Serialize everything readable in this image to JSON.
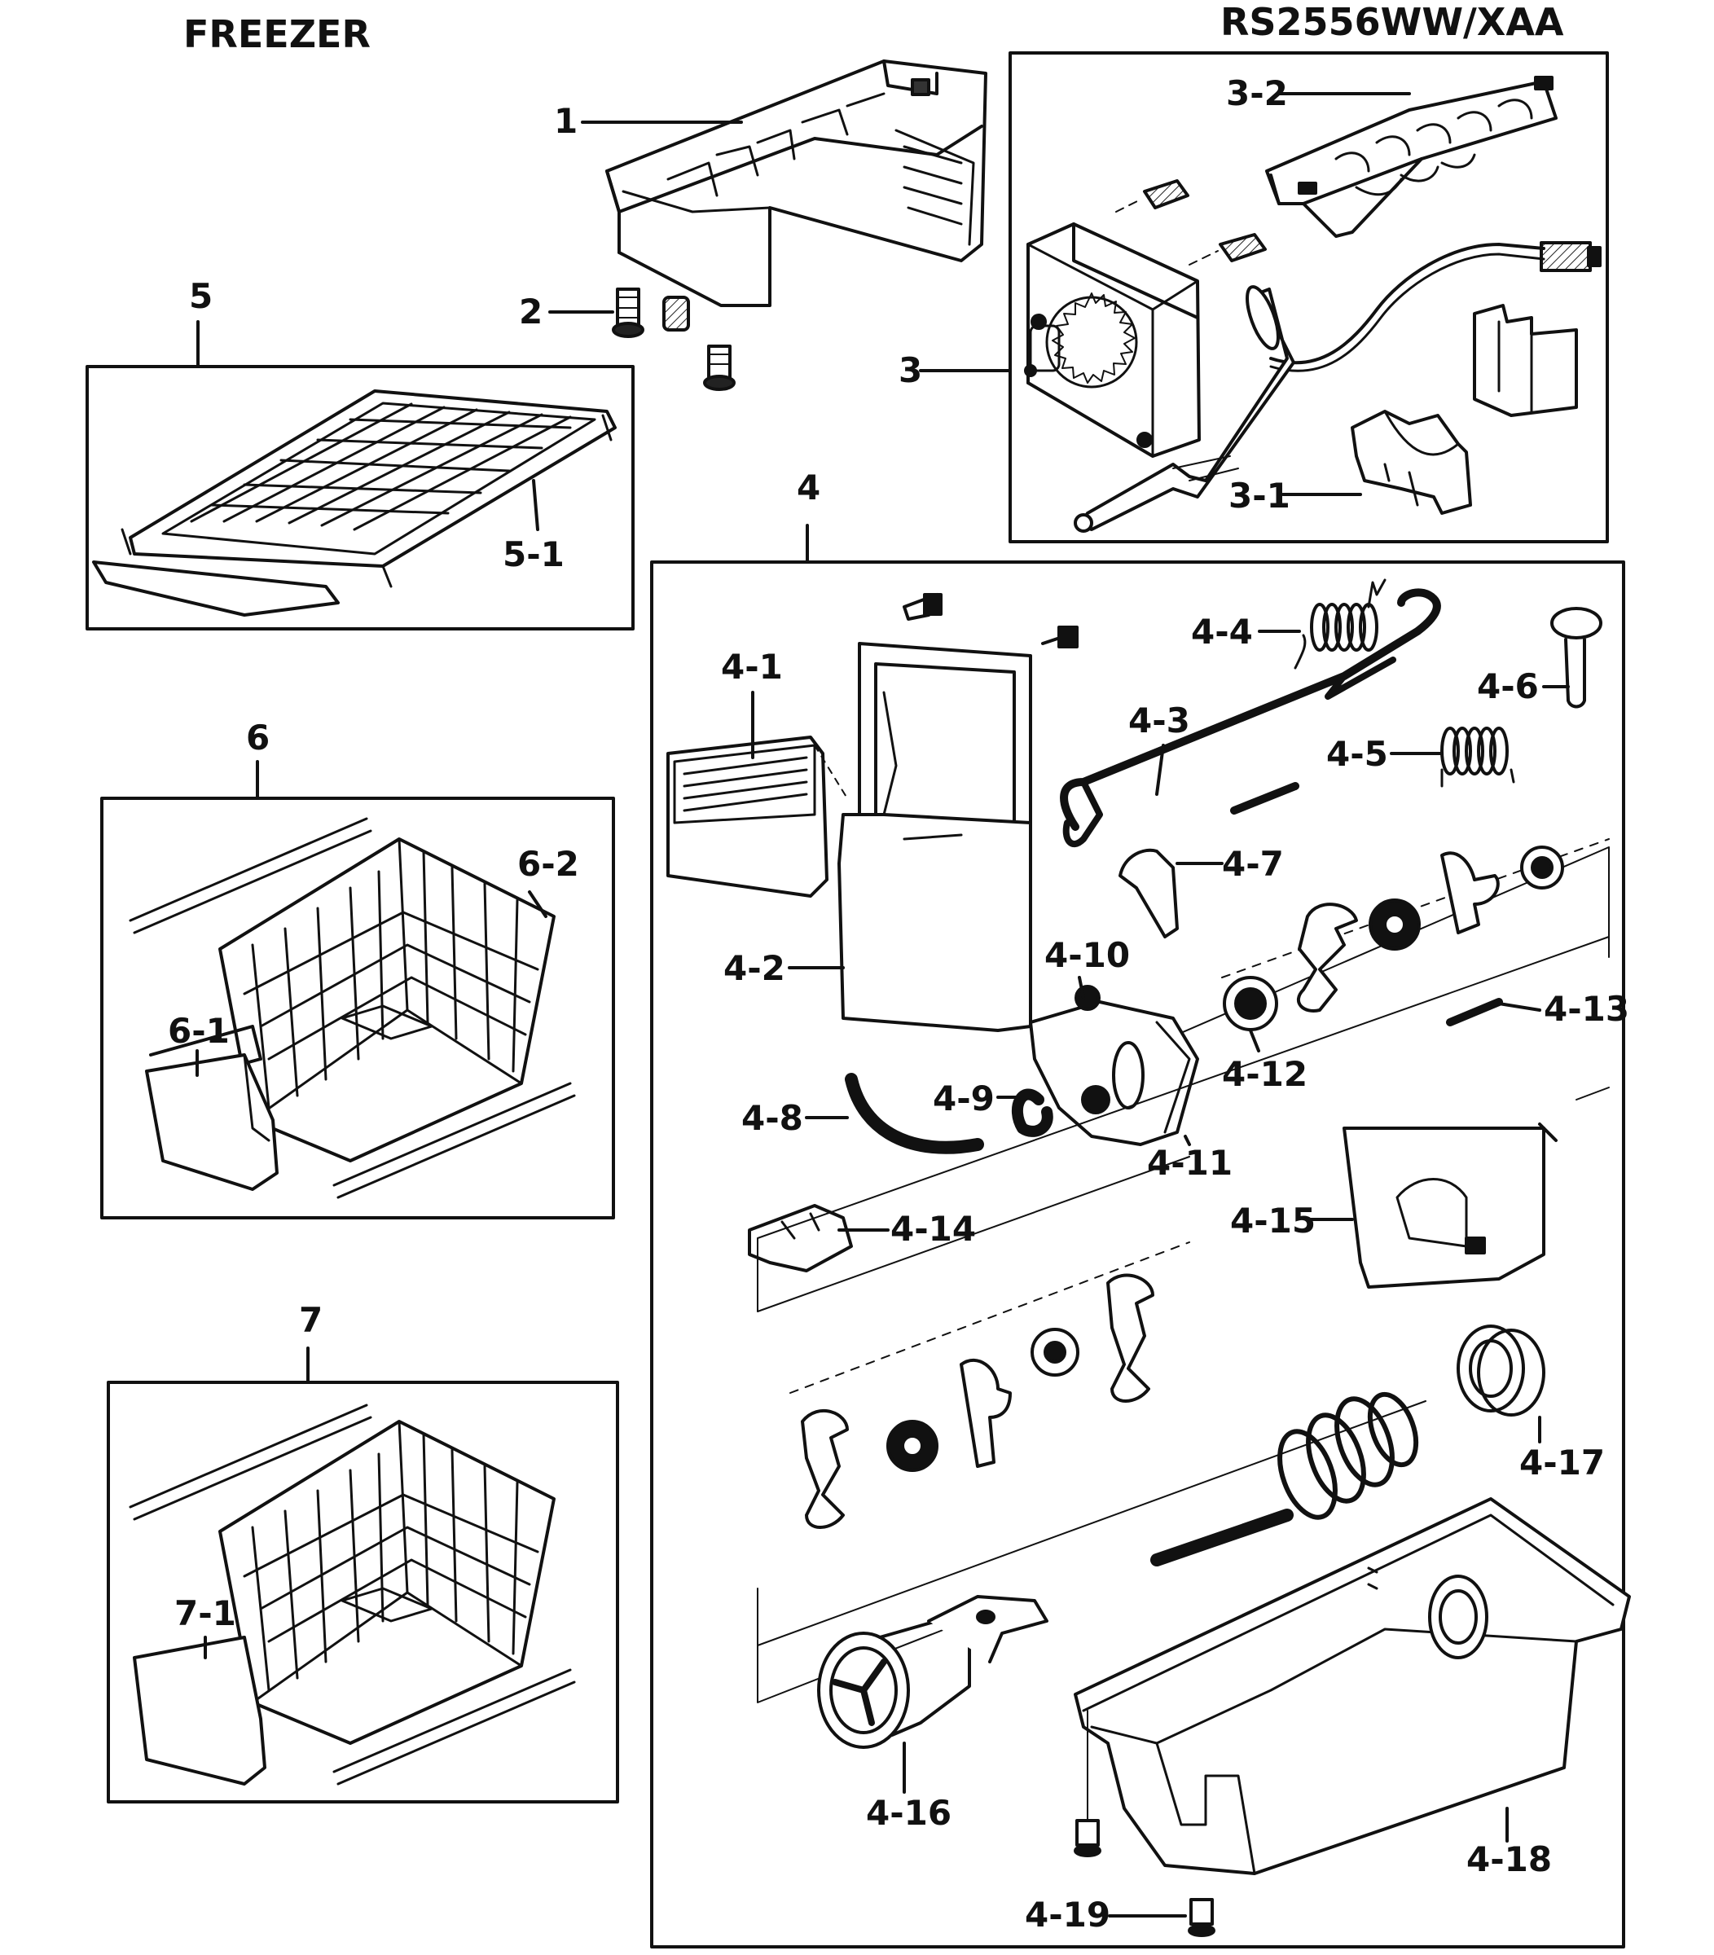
{
  "header": {
    "section_title": "FREEZER",
    "model_number": "RS2556WW/XAA"
  },
  "callouts": {
    "c1": "1",
    "c2": "2",
    "c3": "3",
    "c3_1": "3-1",
    "c3_2": "3-2",
    "c4": "4",
    "c4_1": "4-1",
    "c4_2": "4-2",
    "c4_3": "4-3",
    "c4_4": "4-4",
    "c4_5": "4-5",
    "c4_6": "4-6",
    "c4_7": "4-7",
    "c4_8": "4-8",
    "c4_9": "4-9",
    "c4_10": "4-10",
    "c4_11": "4-11",
    "c4_12": "4-12",
    "c4_13": "4-13",
    "c4_14": "4-14",
    "c4_15": "4-15",
    "c4_16": "4-16",
    "c4_17": "4-17",
    "c4_18": "4-18",
    "c4_19": "4-19",
    "c5": "5",
    "c5_1": "5-1",
    "c6": "6",
    "c6_1": "6-1",
    "c6_2": "6-2",
    "c7": "7",
    "c7_1": "7-1"
  }
}
